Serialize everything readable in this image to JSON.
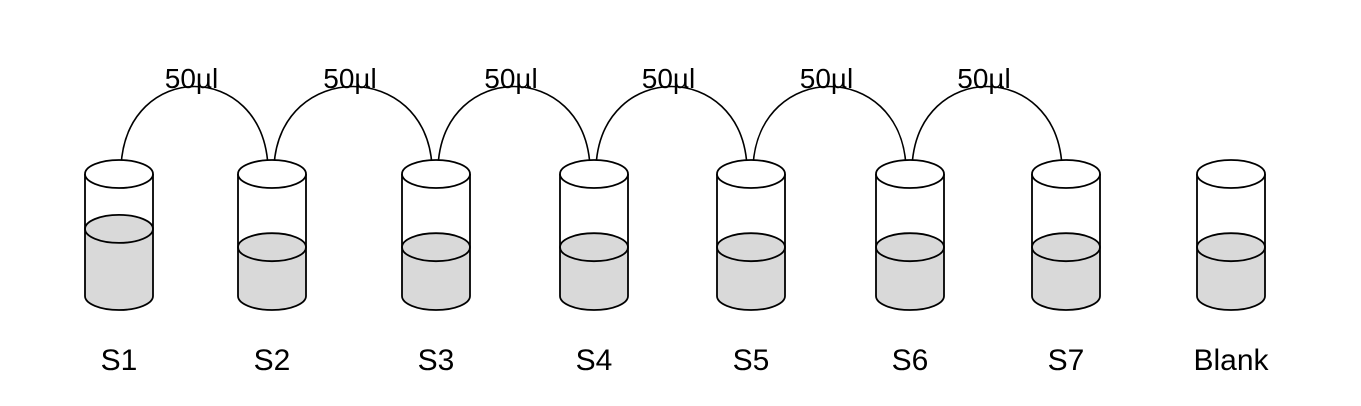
{
  "diagram": {
    "tubes": [
      {
        "label": "S1",
        "fill_level": 0.55
      },
      {
        "label": "S2",
        "fill_level": 0.4
      },
      {
        "label": "S3",
        "fill_level": 0.4
      },
      {
        "label": "S4",
        "fill_level": 0.4
      },
      {
        "label": "S5",
        "fill_level": 0.4
      },
      {
        "label": "S6",
        "fill_level": 0.4
      },
      {
        "label": "S7",
        "fill_level": 0.4
      },
      {
        "label": "Blank",
        "fill_level": 0.4
      }
    ],
    "transfers": [
      {
        "from": 0,
        "to": 1,
        "label": "50µl"
      },
      {
        "from": 1,
        "to": 2,
        "label": "50µl"
      },
      {
        "from": 2,
        "to": 3,
        "label": "50µl"
      },
      {
        "from": 3,
        "to": 4,
        "label": "50µl"
      },
      {
        "from": 4,
        "to": 5,
        "label": "50µl"
      },
      {
        "from": 5,
        "to": 6,
        "label": "50µl"
      }
    ],
    "colors": {
      "liquid": "#d9d9d9",
      "outline": "#000000"
    }
  }
}
